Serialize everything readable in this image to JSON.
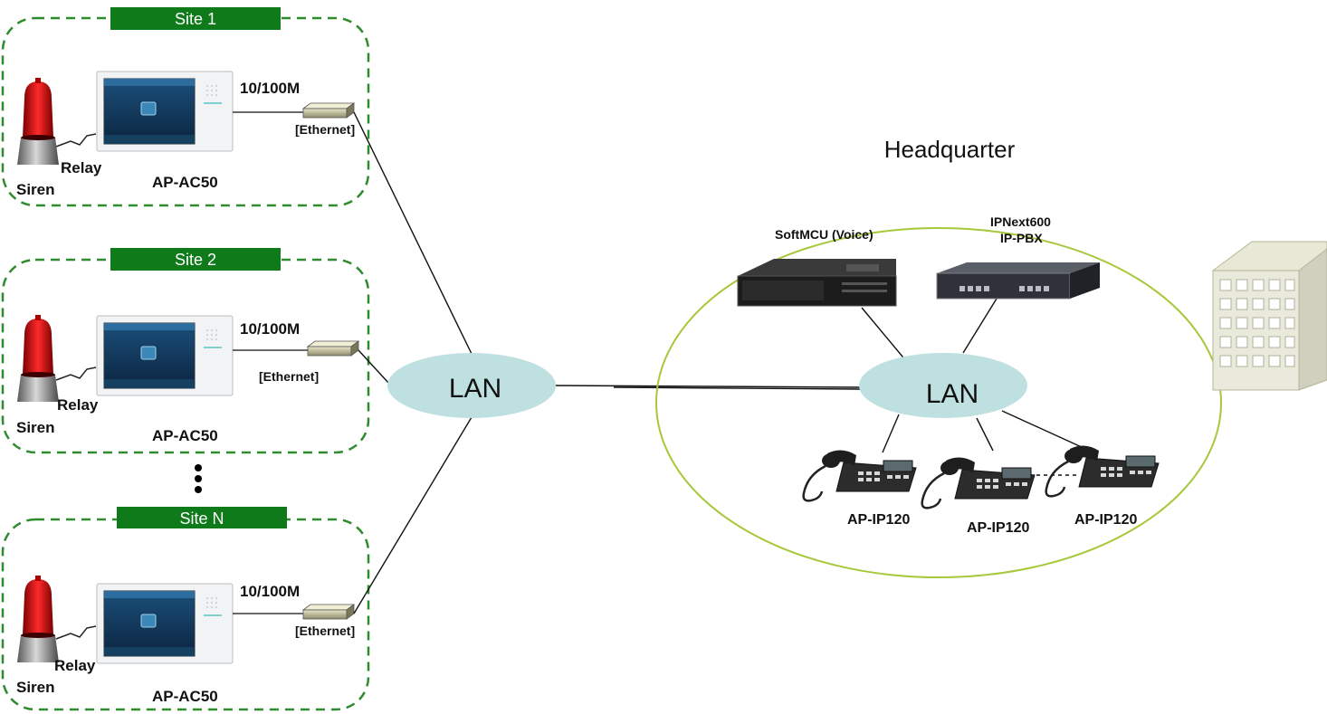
{
  "sites": [
    {
      "title": "Site 1",
      "bandwidth": "10/100M",
      "ethernet": "[Ethernet]",
      "relay": "Relay",
      "siren": "Siren",
      "device": "AP-AC50"
    },
    {
      "title": "Site 2",
      "bandwidth": "10/100M",
      "ethernet": "[Ethernet]",
      "relay": "Relay",
      "siren": "Siren",
      "device": "AP-AC50"
    },
    {
      "title": "Site  N",
      "bandwidth": "10/100M",
      "ethernet": "[Ethernet]",
      "relay": "Relay",
      "siren": "Siren",
      "device": "AP-AC50"
    }
  ],
  "wan_lan": {
    "label": "LAN"
  },
  "headquarter": {
    "title": "Headquarter",
    "lan": "LAN",
    "softmcu": "SoftMCU (Voice)",
    "ipbx_line1": "IPNext600",
    "ipbx_line2": "IP-PBX",
    "phones": [
      "AP-IP120",
      "AP-IP120",
      "AP-IP120"
    ]
  },
  "colors": {
    "site_border": "#2e8b2e",
    "site_title_bg": "#0f7a1a",
    "lan_fill": "#bfe0e0",
    "hq_ellipse": "#a6c83a",
    "siren_red": "#d01010"
  },
  "icons": [
    "siren-icon",
    "intercom-panel-icon",
    "ethernet-switch-icon",
    "server-icon",
    "ip-pbx-icon",
    "ip-phone-icon",
    "building-icon"
  ]
}
